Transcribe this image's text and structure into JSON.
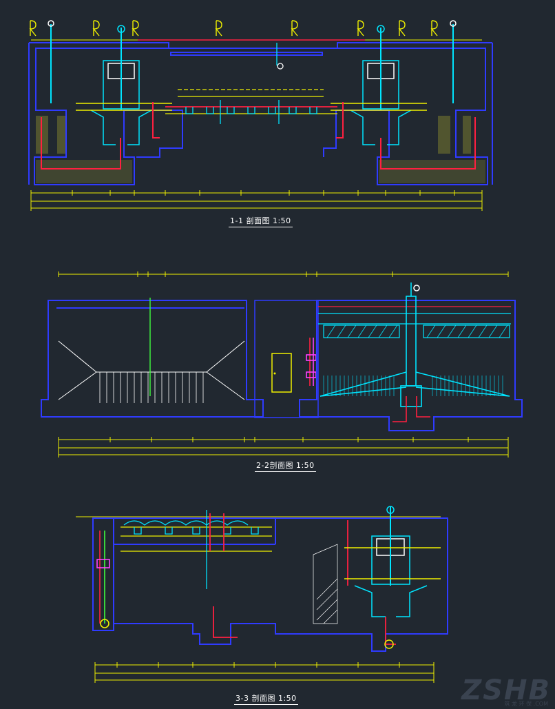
{
  "sections": [
    {
      "id": "s1",
      "caption": "1-1 剖面图  1:50"
    },
    {
      "id": "s2",
      "caption": "2-2剖面图   1:50"
    },
    {
      "id": "s3",
      "caption": "3-3 剖面图  1:50"
    }
  ],
  "watermark": {
    "mark": "ZSHB",
    "sub": "筑 龙 环 保 .COM"
  },
  "colors": {
    "background": "#212830",
    "wall": "#2f3bff",
    "pipe_cyan": "#00e5ff",
    "pipe_red": "#ff2040",
    "dimension_yellow": "#f0f000",
    "magenta": "#ff40ff",
    "green": "#40ff40",
    "white": "#ffffff"
  }
}
